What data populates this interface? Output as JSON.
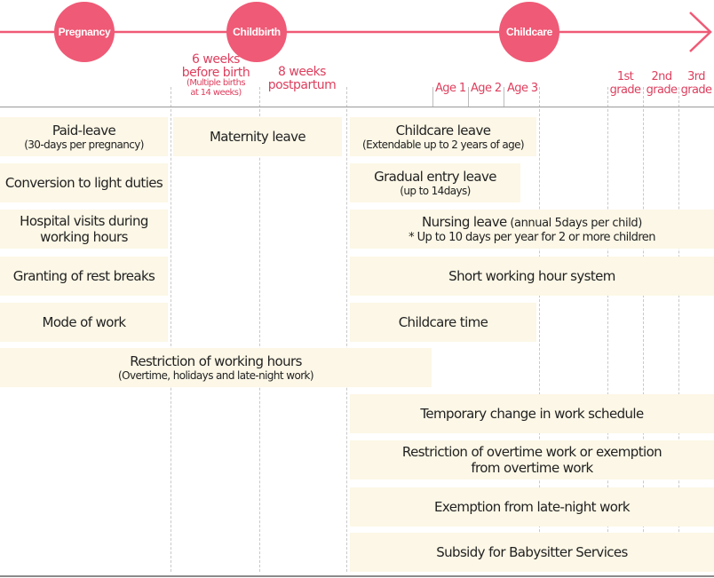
{
  "colors": {
    "accent": "#ef5a76",
    "label_red": "#dd3f5e",
    "box_fill": "#fcf7e6"
  },
  "timeline": {
    "stages": [
      "Pregnancy",
      "Childbirth",
      "Childcare"
    ],
    "marks": {
      "before_birth_1": "6 weeks",
      "before_birth_2": "before birth",
      "before_birth_note_1": "(Multiple births",
      "before_birth_note_2": "at 14 weeks)",
      "postpartum_1": "8 weeks",
      "postpartum_2": "postpartum"
    },
    "ages": [
      "Age 1",
      "Age 2",
      "Age 3"
    ],
    "grades": [
      {
        "num": "1st",
        "word": "grade"
      },
      {
        "num": "2nd",
        "word": "grade"
      },
      {
        "num": "3rd",
        "word": "grade"
      }
    ]
  },
  "measures": {
    "paid_leave": {
      "title": "Paid-leave",
      "note": "(30-days per pregnancy)"
    },
    "maternity_leave": {
      "title": "Maternity leave"
    },
    "childcare_leave": {
      "title": "Childcare leave",
      "note": "(Extendable up to 2 years of age)"
    },
    "light_duties": {
      "title": "Conversion to light duties"
    },
    "gradual_entry": {
      "title": "Gradual entry leave",
      "note": "(up to 14days)"
    },
    "hospital_visits": {
      "title_1": "Hospital visits during",
      "title_2": "working hours"
    },
    "nursing_leave": {
      "title": "Nursing leave",
      "inline": " (annual 5days per child)",
      "note": "* Up to 10 days per year for 2 or more children"
    },
    "rest_breaks": {
      "title": "Granting of rest breaks"
    },
    "short_hours": {
      "title": "Short working hour system"
    },
    "mode_of_work": {
      "title": "Mode of work"
    },
    "childcare_time": {
      "title": "Childcare time"
    },
    "restriction_hours": {
      "title": "Restriction of working hours",
      "note": "(Overtime, holidays and late-night work)"
    },
    "temp_change": {
      "title": "Temporary change in work schedule"
    },
    "overtime_exemption": {
      "title_1": "Restriction of overtime work or exemption",
      "title_2": "from overtime work"
    },
    "late_night": {
      "title": "Exemption from late-night work"
    },
    "babysitter": {
      "title": "Subsidy for Babysitter Services"
    }
  }
}
